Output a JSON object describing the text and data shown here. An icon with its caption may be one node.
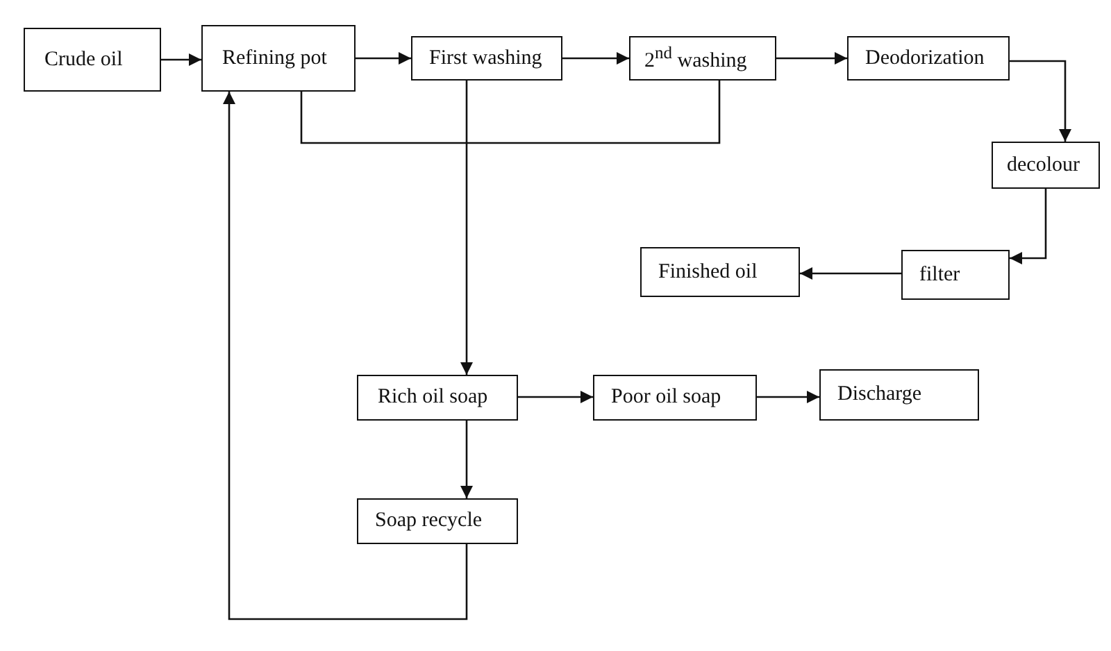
{
  "diagram": {
    "nodes": [
      {
        "text": [
          "Crude oil"
        ]
      },
      {
        "text": [
          "Refining pot"
        ]
      },
      {
        "text": [
          "First washing"
        ]
      },
      {
        "text": [
          "2$^{nd}$ washing"
        ]
      },
      {
        "text": [
          "Deodorization"
        ]
      },
      {
        "text": [
          "decolour"
        ]
      },
      {
        "text": [
          "Finished oil"
        ]
      },
      {
        "text": [
          "filter"
        ]
      },
      {
        "text": [
          "Rich oil soap"
        ]
      },
      {
        "text": [
          "Poor oil soap"
        ]
      },
      {
        "text": [
          "Discharge"
        ]
      },
      {
        "text": [
          "Soap recycle"
        ]
      }
    ],
    "edges": [
      {
        "from": 0,
        "to": 1,
        "arrow": "to"
      },
      {
        "from": 1,
        "to": 2,
        "arrow": "to"
      },
      {
        "from": 2,
        "to": 3,
        "arrow": "to"
      },
      {
        "from": 3,
        "to": 4,
        "arrow": "to"
      },
      {
        "from": 4,
        "to": 5,
        "arrow": "to"
      },
      {
        "from": 5,
        "to": 7,
        "arrow": "to"
      },
      {
        "from": 7,
        "to": 6,
        "arrow": "to"
      },
      {
        "from": 2,
        "to": 8,
        "arrow": "to"
      },
      {
        "from": 8,
        "to": 9,
        "arrow": "to"
      },
      {
        "from": 9,
        "to": 10,
        "arrow": "to"
      },
      {
        "from": 8,
        "to": 11,
        "arrow": "to"
      },
      {
        "from": 11,
        "to": 1,
        "arrow": "to"
      },
      {
        "from": 3,
        "to": 1,
        "arrow": "none"
      }
    ]
  }
}
